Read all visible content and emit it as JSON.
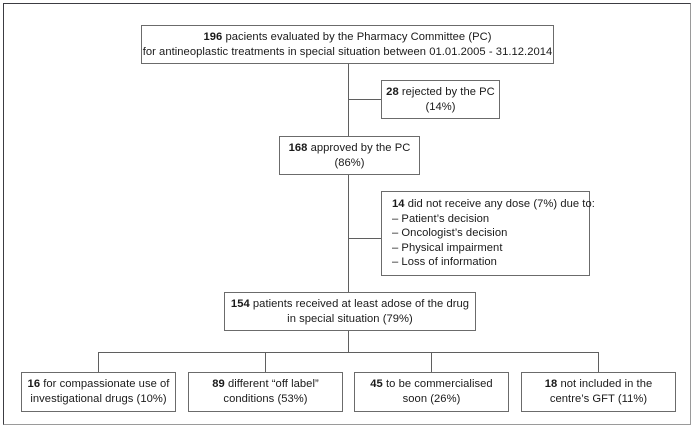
{
  "chart_data": {
    "type": "diagram",
    "diagram_kind": "flowchart",
    "title": "",
    "nodes": [
      {
        "id": "evaluated",
        "label_lines": [
          "196 pacients evaluated by the Pharmacy Committee (PC)",
          "for antineoplastic treatments in special situation between 01.01.2005 - 31.12.2014"
        ],
        "count": 196
      },
      {
        "id": "rejected",
        "label_lines": [
          "28 rejected by the PC",
          "(14%)"
        ],
        "count": 28,
        "percent": 14
      },
      {
        "id": "approved",
        "label_lines": [
          "168 approved by the PC",
          "(86%)"
        ],
        "count": 168,
        "percent": 86
      },
      {
        "id": "no-dose",
        "label_lines": [
          "14 did not receive any dose (7%) due to:",
          "– Patient’s decision",
          "– Oncologist’s decision",
          "– Physical impairment",
          "– Loss of information"
        ],
        "count": 14,
        "percent": 7
      },
      {
        "id": "received",
        "label_lines": [
          "154 patients received at least adose of the drug",
          "in special situation (79%)"
        ],
        "count": 154,
        "percent": 79
      },
      {
        "id": "compassionate",
        "label_lines": [
          "16 for compassionate use of",
          "investigational drugs (10%)"
        ],
        "count": 16,
        "percent": 10
      },
      {
        "id": "off-label",
        "label_lines": [
          "89 different “off label”",
          "conditions (53%)"
        ],
        "count": 89,
        "percent": 53
      },
      {
        "id": "commercialised",
        "label_lines": [
          "45 to be commercialised",
          "soon (26%)"
        ],
        "count": 45,
        "percent": 26
      },
      {
        "id": "not-in-gft",
        "label_lines": [
          "18 not included in the",
          "centre’s GFT (11%)"
        ],
        "count": 18,
        "percent": 11
      }
    ]
  },
  "box_evaluated": {
    "line1_num": "196",
    "line1_rest": " pacients evaluated by the Pharmacy Committee (PC)",
    "line2": "for antineoplastic treatments in special situation between 01.01.2005 - 31.12.2014"
  },
  "box_rejected": {
    "line1_num": "28",
    "line1_rest": " rejected by the PC",
    "line2": "(14%)"
  },
  "box_approved": {
    "line1_num": "168",
    "line1_rest": " approved by the PC",
    "line2": "(86%)"
  },
  "box_no_dose": {
    "line1_num": "14",
    "line1_rest": " did not receive any dose (7%) due to:",
    "line2": "– Patient’s decision",
    "line3": "– Oncologist’s decision",
    "line4": "– Physical impairment",
    "line5": "– Loss of information"
  },
  "box_received": {
    "line1_num": "154",
    "line1_rest": " patients received at least adose of the drug",
    "line2": "in special situation (79%)"
  },
  "box_compassionate": {
    "line1_num": "16",
    "line1_rest": " for compassionate use of",
    "line2": "investigational drugs (10%)"
  },
  "box_off_label": {
    "line1_num": "89",
    "line1_rest": " different “off label”",
    "line2": "conditions (53%)"
  },
  "box_commercialised": {
    "line1_num": "45",
    "line1_rest": " to be commercialised",
    "line2": "soon (26%)"
  },
  "box_not_in_gft": {
    "line1_num": "18",
    "line1_rest": " not included in the",
    "line2": "centre’s GFT (11%)"
  },
  "colors": {
    "box_border": "#6b6b6b",
    "connector": "#5f5f5f",
    "frame_border": "#9a9a9a",
    "text": "#1a1a1a",
    "background": "#ffffff"
  }
}
